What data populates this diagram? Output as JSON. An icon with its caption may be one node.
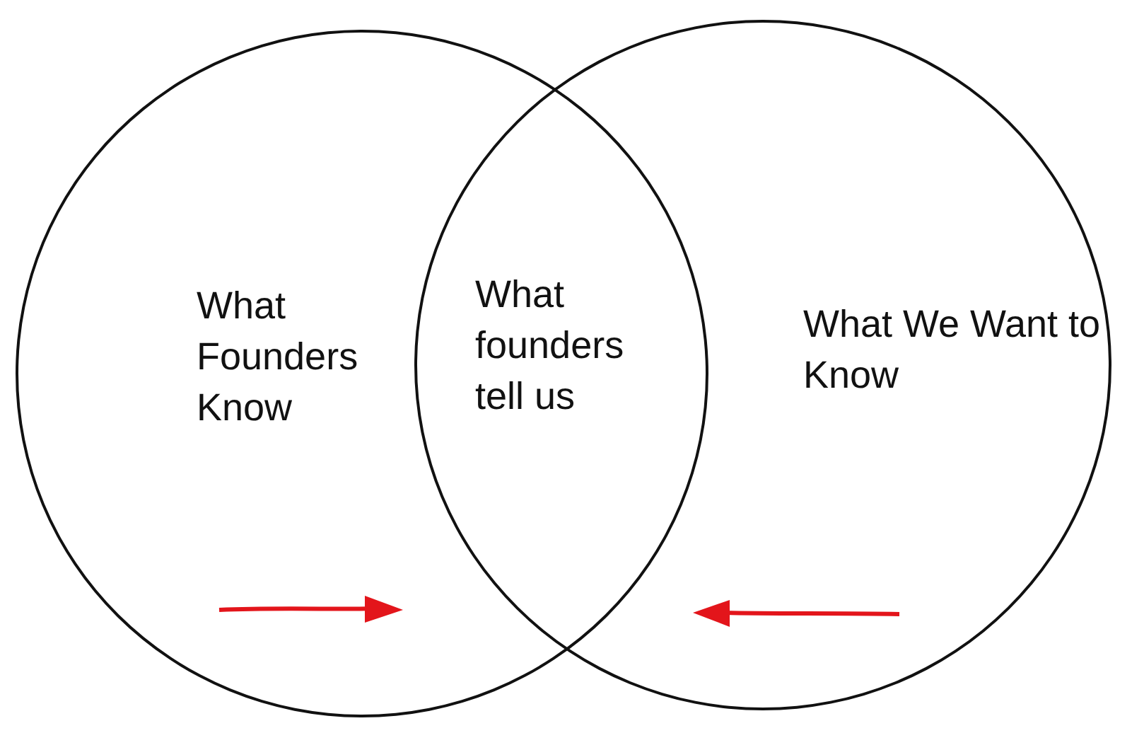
{
  "diagram": {
    "nodes": [
      {
        "text": [
          "What Founders Know"
        ]
      },
      {
        "text": [
          "What We Want to Know"
        ]
      },
      {
        "text": [
          "What founders tell us"
        ]
      }
    ]
  }
}
